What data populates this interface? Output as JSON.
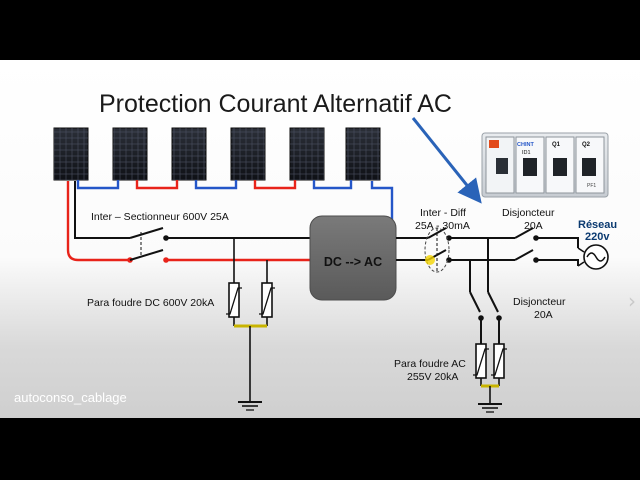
{
  "title": "Protection Courant Alternatif AC",
  "labels": {
    "sectionneur": "Inter – Sectionneur 600V 25A",
    "parafoudre_dc": "Para foudre DC 600V 20kA",
    "inverter": "DC --> AC",
    "inter_diff_line1": "Inter - Diff",
    "inter_diff_line2": "25A - 30mA",
    "disjoncteur1_line1": "Disjoncteur",
    "disjoncteur1_line2": "20A",
    "disjoncteur2_line1": "Disjoncteur",
    "disjoncteur2_line2": "20A",
    "reseau_line1": "Réseau",
    "reseau_line2": "220v",
    "parafoudre_ac_line1": "Para foudre AC",
    "parafoudre_ac_line2": "255V 20kA"
  },
  "photo_labels": {
    "brand": "CHINT",
    "q1": "Q1",
    "q2": "Q2",
    "id1": "ID1",
    "pf": "PF1"
  },
  "watermark": "autoconso_cablage",
  "colors": {
    "dc_positive": "#e8231a",
    "dc_negative": "#2456c8",
    "wire": "#111111",
    "ground": "#c8b400",
    "arrow": "#2a63b8",
    "inverter": "#6b6b6b"
  },
  "icons": {
    "next": "chevron-right-icon"
  }
}
